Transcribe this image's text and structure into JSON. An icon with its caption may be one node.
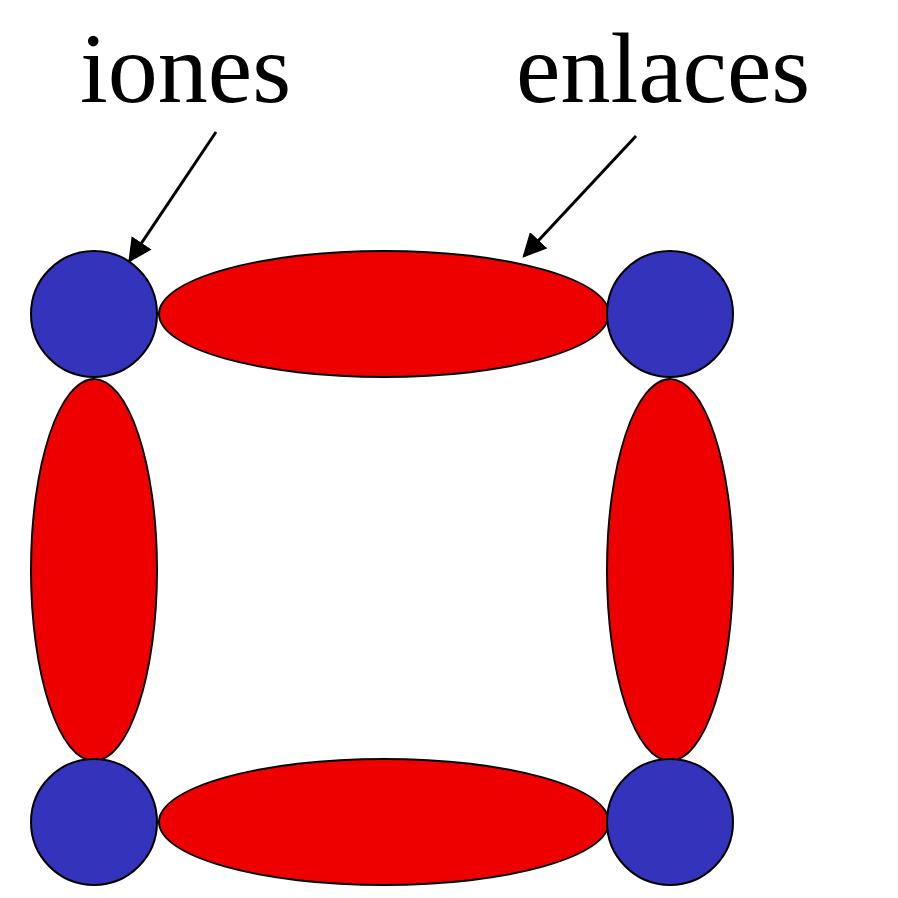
{
  "diagram": {
    "nodes": [
      {
        "text": [
          "iones"
        ]
      },
      {
        "text": [
          "enlaces"
        ]
      },
      {
        "text": [],
        "shape": "circle"
      },
      {
        "text": [],
        "shape": "ellipse"
      },
      {
        "text": [],
        "shape": "circle"
      },
      {
        "text": [],
        "shape": "ellipse"
      },
      {
        "text": [],
        "shape": "ellipse"
      },
      {
        "text": [],
        "shape": "circle"
      },
      {
        "text": [],
        "shape": "ellipse"
      },
      {
        "text": [],
        "shape": "circle"
      }
    ],
    "edges": [
      {
        "from": 0,
        "to": 2,
        "arrow": "to"
      },
      {
        "from": 1,
        "to": 3,
        "arrow": "to"
      }
    ]
  }
}
